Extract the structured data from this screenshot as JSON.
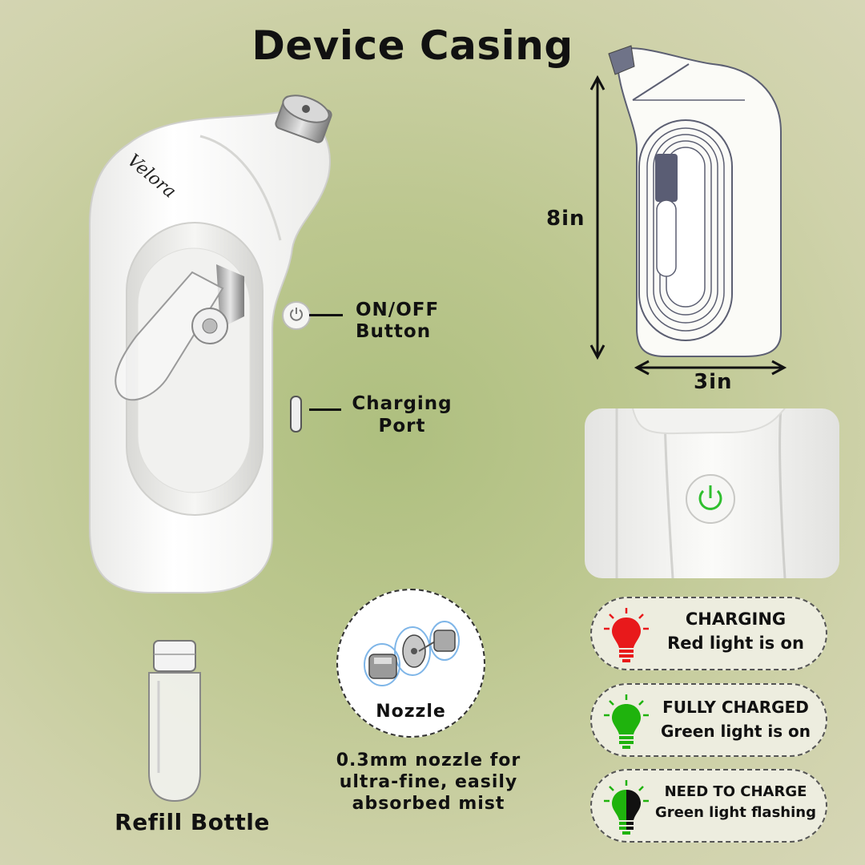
{
  "title": "Device Casing",
  "brand": "Velora",
  "callouts": {
    "onoff": [
      "ON/OFF",
      "Button"
    ],
    "charging_port": [
      "Charging",
      "Port"
    ]
  },
  "dimensions": {
    "height": "8in",
    "width": "3in"
  },
  "nozzle": {
    "label": "Nozzle",
    "caption": [
      "0.3mm nozzle for",
      "ultra-fine, easily",
      "absorbed mist"
    ]
  },
  "refill_bottle": {
    "label": "Refill Bottle"
  },
  "status": [
    {
      "title": "CHARGING",
      "desc": "Red light is on",
      "color": "#e8191b"
    },
    {
      "title": "FULLY CHARGED",
      "desc": "Green light is on",
      "color": "#1fb30d"
    },
    {
      "title": "NEED TO CHARGE",
      "desc": "Green light flashing",
      "color": "#1fb30d"
    }
  ],
  "icons": [
    "bulb-icon",
    "power-icon"
  ]
}
